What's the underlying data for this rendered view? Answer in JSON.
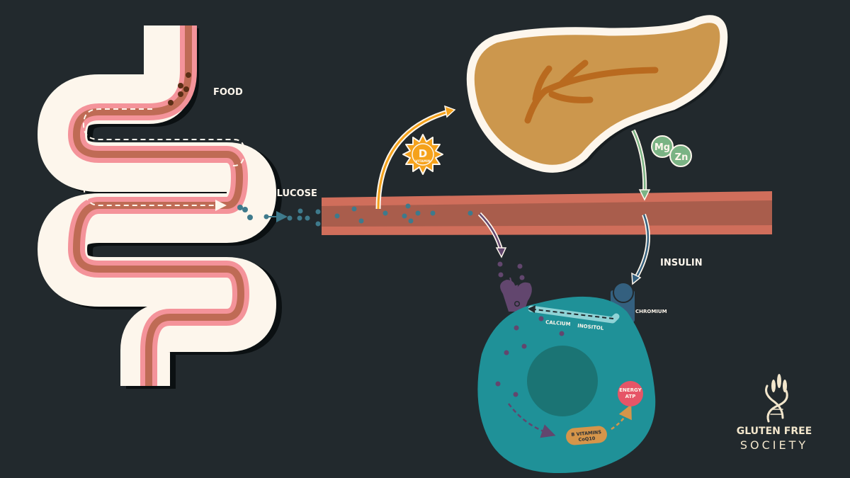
{
  "labels": {
    "food": "FOOD",
    "glucose": "GLUCOSE",
    "insulin": "INSULIN",
    "chromium": "CHROMIUM",
    "calcium": "CALCIUM",
    "inositol": "INOSITOL"
  },
  "badges": {
    "vitamin_d_letter": "D",
    "vitamin_d_word": "VITAMIN",
    "mg": "Mg",
    "zn": "Zn",
    "energy_line1": "ENERGY",
    "energy_line2": "ATP",
    "bvit_line1": "B VITAMINS",
    "bvit_line2": "CoQ10"
  },
  "logo": {
    "line1": "GLUTEN FREE",
    "line2": "SOCIETY"
  },
  "colors": {
    "background": "#22292d",
    "cream": "#fdf6ec",
    "intestine_pink": "#f4939a",
    "intestine_brown": "#bf6b55",
    "vessel_outer": "#d06e5b",
    "vessel_inner": "#a95d4c",
    "glucose_dot": "#3e7a8c",
    "pancreas": "#cc974d",
    "pancreas_duct": "#b96a1f",
    "vitamin_d": "#f5a21b",
    "mg_zn": "#7ab384",
    "insulin_arrow": "#34607f",
    "cell": "#1f9198",
    "nucleus": "#1b7474",
    "receptor": "#62466e",
    "energy": "#e65567",
    "bvit": "#d5954a"
  }
}
